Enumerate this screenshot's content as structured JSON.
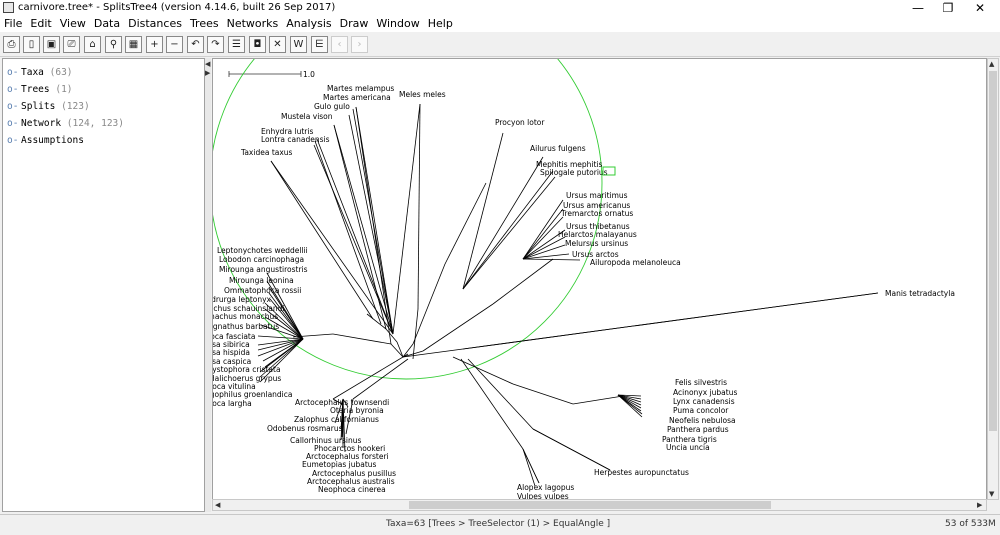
{
  "window": {
    "title": "carnivore.tree* - SplitsTree4 (version 4.14.6, built 26 Sep 2017)",
    "controls": [
      "—",
      "❐",
      "✕"
    ]
  },
  "menus": [
    "File",
    "Edit",
    "View",
    "Data",
    "Distances",
    "Trees",
    "Networks",
    "Analysis",
    "Draw",
    "Window",
    "Help"
  ],
  "toolbar": {
    "buttons": [
      {
        "name": "open-file-icon",
        "glyph": "⎙",
        "enabled": true
      },
      {
        "name": "new-file-icon",
        "glyph": "▯",
        "enabled": true
      },
      {
        "name": "save-icon",
        "glyph": "▣",
        "enabled": true
      },
      {
        "name": "print-icon",
        "glyph": "⎚",
        "enabled": true
      },
      {
        "name": "export-icon",
        "glyph": "⌂",
        "enabled": true
      },
      {
        "name": "find-icon",
        "glyph": "⚲",
        "enabled": true
      },
      {
        "name": "select-icon",
        "glyph": "▦",
        "enabled": true
      },
      {
        "name": "zoom-in-icon",
        "glyph": "+",
        "enabled": true
      },
      {
        "name": "zoom-out-icon",
        "glyph": "−",
        "enabled": true
      },
      {
        "name": "rotate-left-icon",
        "glyph": "↶",
        "enabled": true
      },
      {
        "name": "rotate-right-icon",
        "glyph": "↷",
        "enabled": true
      },
      {
        "name": "format-icon",
        "glyph": "☰",
        "enabled": true
      },
      {
        "name": "nodes-icon",
        "glyph": "◘",
        "enabled": true
      },
      {
        "name": "network-icon",
        "glyph": "✕",
        "enabled": true
      },
      {
        "name": "splits-icon",
        "glyph": "W",
        "enabled": true
      },
      {
        "name": "equal-angle-icon",
        "glyph": "⋿",
        "enabled": true
      },
      {
        "name": "back-icon",
        "glyph": "‹",
        "enabled": false
      },
      {
        "name": "forward-icon",
        "glyph": "›",
        "enabled": false
      }
    ]
  },
  "sidebar": {
    "items": [
      {
        "label": "Taxa",
        "count": "(63)"
      },
      {
        "label": "Trees",
        "count": "(1)"
      },
      {
        "label": "Splits",
        "count": "(123)"
      },
      {
        "label": "Network",
        "count": "(124, 123)"
      },
      {
        "label": "Assumptions",
        "count": ""
      }
    ],
    "expander": "o-"
  },
  "canvas": {
    "scale_label": "1.0",
    "circle_color": "#33cc33",
    "edge_color": "#000000",
    "taxa": [
      {
        "id": "t1",
        "label": "Martes melampus"
      },
      {
        "id": "t2",
        "label": "Martes americana"
      },
      {
        "id": "t3",
        "label": "Gulo gulo"
      },
      {
        "id": "t4",
        "label": "Meles meles"
      },
      {
        "id": "t5",
        "label": "Mustela vison"
      },
      {
        "id": "t6",
        "label": "Enhydra lutris"
      },
      {
        "id": "t7",
        "label": "Lontra canadensis"
      },
      {
        "id": "t8",
        "label": "Taxidea taxus"
      },
      {
        "id": "t9",
        "label": "Procyon lotor"
      },
      {
        "id": "t10",
        "label": "Ailurus fulgens"
      },
      {
        "id": "t11",
        "label": "Mephitis mephitis"
      },
      {
        "id": "t12",
        "label": "Spilogale putorius"
      },
      {
        "id": "t13",
        "label": "Ursus maritimus"
      },
      {
        "id": "t14",
        "label": "Ursus americanus"
      },
      {
        "id": "t15",
        "label": "Tremarctos ornatus"
      },
      {
        "id": "t16",
        "label": "Ursus thibetanus"
      },
      {
        "id": "t17",
        "label": "Helarctos malayanus"
      },
      {
        "id": "t18",
        "label": "Melursus ursinus"
      },
      {
        "id": "t19",
        "label": "Ursus arctos"
      },
      {
        "id": "t20",
        "label": "Ailuropoda melanoleuca"
      },
      {
        "id": "t21",
        "label": "Manis tetradactyla"
      },
      {
        "id": "t22",
        "label": "Leptonychotes weddellii"
      },
      {
        "id": "t23",
        "label": "Lobodon carcinophaga"
      },
      {
        "id": "t24",
        "label": "Mirounga angustirostris"
      },
      {
        "id": "t25",
        "label": "Mirounga leonina"
      },
      {
        "id": "t26",
        "label": "Ommatophoca rossii"
      },
      {
        "id": "t27",
        "label": "Hydrurga leptonyx"
      },
      {
        "id": "t28",
        "label": "Monachus schauinslandi"
      },
      {
        "id": "t29",
        "label": "Monachus monachus"
      },
      {
        "id": "t30",
        "label": "Erignathus barbatus"
      },
      {
        "id": "t31",
        "label": "Phoca fasciata"
      },
      {
        "id": "t32",
        "label": "Pusa sibirica"
      },
      {
        "id": "t33",
        "label": "Pusa hispida"
      },
      {
        "id": "t34",
        "label": "Pusa caspica"
      },
      {
        "id": "t35",
        "label": "Cystophora cristata"
      },
      {
        "id": "t36",
        "label": "Halichoerus grypus"
      },
      {
        "id": "t37",
        "label": "Phoca vitulina"
      },
      {
        "id": "t38",
        "label": "Pagophilus groenlandica"
      },
      {
        "id": "t39",
        "label": "Phoca largha"
      },
      {
        "id": "t40",
        "label": "Arctocephalus townsendi"
      },
      {
        "id": "t41",
        "label": "Otaria byronia"
      },
      {
        "id": "t42",
        "label": "Zalophus californianus"
      },
      {
        "id": "t43",
        "label": "Odobenus rosmarus"
      },
      {
        "id": "t44",
        "label": "Callorhinus ursinus"
      },
      {
        "id": "t45",
        "label": "Phocarctos hookeri"
      },
      {
        "id": "t46",
        "label": "Arctocephalus forsteri"
      },
      {
        "id": "t47",
        "label": "Eumetopias jubatus"
      },
      {
        "id": "t48",
        "label": "Arctocephalus pusillus"
      },
      {
        "id": "t49",
        "label": "Arctocephalus australis"
      },
      {
        "id": "t50",
        "label": "Neophoca cinerea"
      },
      {
        "id": "t51",
        "label": "Alopex lagopus"
      },
      {
        "id": "t52",
        "label": "Vulpes vulpes"
      },
      {
        "id": "t53",
        "label": "Herpestes auropunctatus"
      },
      {
        "id": "t54",
        "label": "Felis silvestris"
      },
      {
        "id": "t55",
        "label": "Acinonyx jubatus"
      },
      {
        "id": "t56",
        "label": "Lynx canadensis"
      },
      {
        "id": "t57",
        "label": "Puma concolor"
      },
      {
        "id": "t58",
        "label": "Neofelis nebulosa"
      },
      {
        "id": "t59",
        "label": "Panthera pardus"
      },
      {
        "id": "t60",
        "label": "Panthera tigris"
      },
      {
        "id": "t61",
        "label": "Uncia uncia"
      }
    ]
  },
  "status": {
    "center": "Taxa=63 [Trees > TreeSelector (1) > EqualAngle ]",
    "right": "53 of 533M"
  }
}
